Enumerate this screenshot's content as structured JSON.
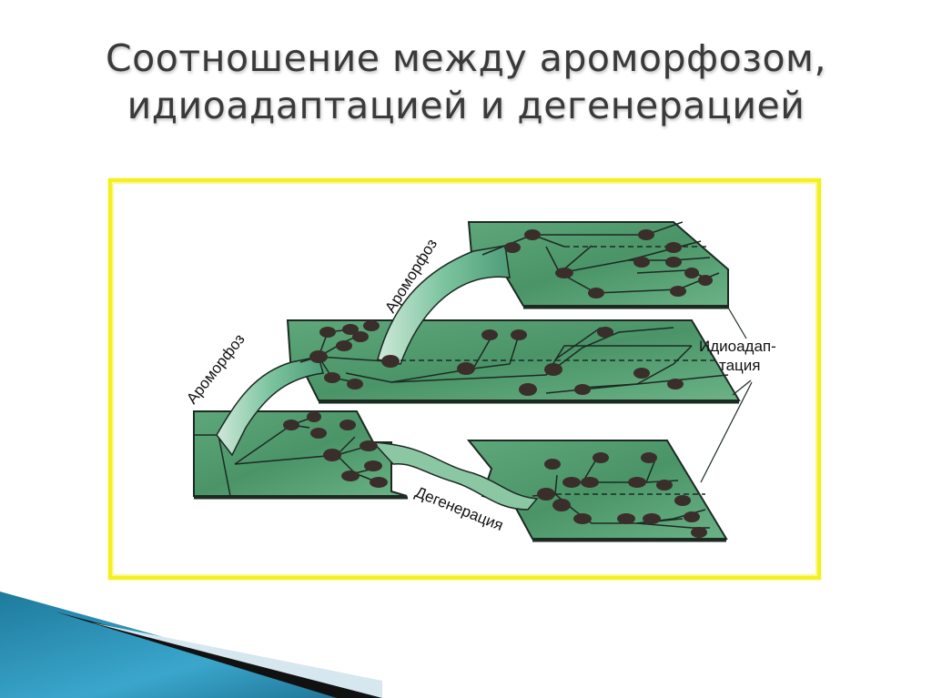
{
  "slide": {
    "title_line1": "Соотношение между ароморфозом,",
    "title_line2": "идиоадаптацией и дегенерацией"
  },
  "diagram": {
    "labels": {
      "aromorphosis_upper": "Ароморфоз",
      "aromorphosis_lower": "Ароморфоз",
      "idioadaptation_line1": "Идиоадап-",
      "idioadaptation_line2": "тация",
      "degeneration": "Дегенерация"
    },
    "levels": [
      "upper",
      "middle",
      "lower-left",
      "lower-right"
    ],
    "colors": {
      "plate": "#4f9a6c",
      "plate_light": "#6fb58a",
      "node": "#3a2e2a",
      "branch": "#1f2a22",
      "frame": "#f3ef22"
    }
  },
  "decor": {
    "accent_blue": "#2a8fb4",
    "accent_dark": "#111111"
  }
}
